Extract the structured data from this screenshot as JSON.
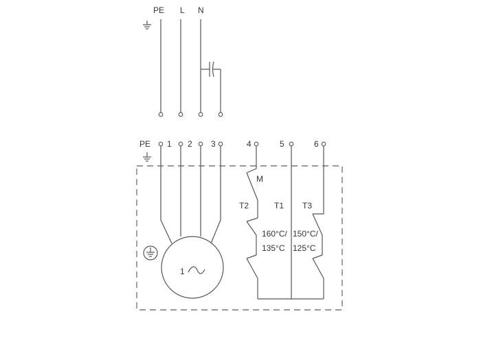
{
  "supply": {
    "pe": "PE",
    "l": "L",
    "n": "N"
  },
  "terminals": {
    "pe": "PE",
    "t1": "1",
    "t2": "2",
    "t3": "3",
    "t4": "4",
    "t5": "5",
    "t6": "6"
  },
  "motor": {
    "label": "1",
    "symbol": "~"
  },
  "switches": {
    "m": "M",
    "t2": "T2",
    "t1": "T1",
    "t3": "T3",
    "t1_open": "160°C/",
    "t1_close": "135°C",
    "t3_open": "150°C/",
    "t3_close": "125°C"
  }
}
